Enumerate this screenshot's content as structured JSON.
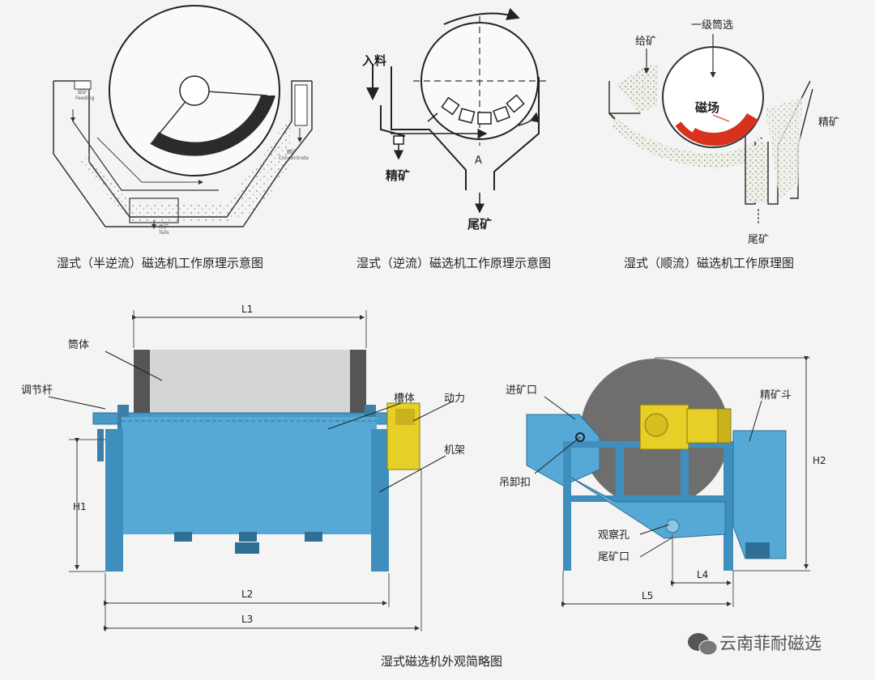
{
  "diagrams": {
    "semi_counter": {
      "caption": "湿式（半逆流）磁选机工作原理示意图",
      "labels": {
        "feed": "给矿",
        "feed_en": "Feeding",
        "conc": "精矿",
        "conc_en": "Concentrate",
        "tail": "尾矿",
        "tail_en": "Tails"
      }
    },
    "counter": {
      "caption": "湿式（逆流）磁选机工作原理示意图",
      "labels": {
        "feed": "入料",
        "conc": "精矿",
        "tail": "尾矿",
        "point": "A"
      }
    },
    "cocurrent": {
      "caption": "湿式（顺流）磁选机工作原理图",
      "labels": {
        "feed": "给矿",
        "screen": "一级筒选",
        "field": "磁场",
        "conc": "精矿",
        "tail": "尾矿"
      }
    }
  },
  "outline": {
    "caption": "湿式磁选机外观简略图",
    "front": {
      "drum": "筒体",
      "tank": "槽体",
      "rod": "调节杆",
      "power": "动力",
      "frame": "机架",
      "dims": {
        "L1": "L1",
        "L2": "L2",
        "L3": "L3",
        "H1": "H1"
      }
    },
    "side": {
      "feed_port": "进矿口",
      "conc_hopper": "精矿斗",
      "hook": "吊卸扣",
      "window": "观察孔",
      "tail_port": "尾矿口",
      "dims": {
        "H2": "H2",
        "L4": "L4",
        "L5": "L5"
      }
    }
  },
  "watermark": {
    "text": "云南菲耐磁选"
  },
  "colors": {
    "blue": "#56a9d6",
    "yellow": "#e6cf26",
    "red": "#d8321e",
    "dark": "#333333"
  }
}
